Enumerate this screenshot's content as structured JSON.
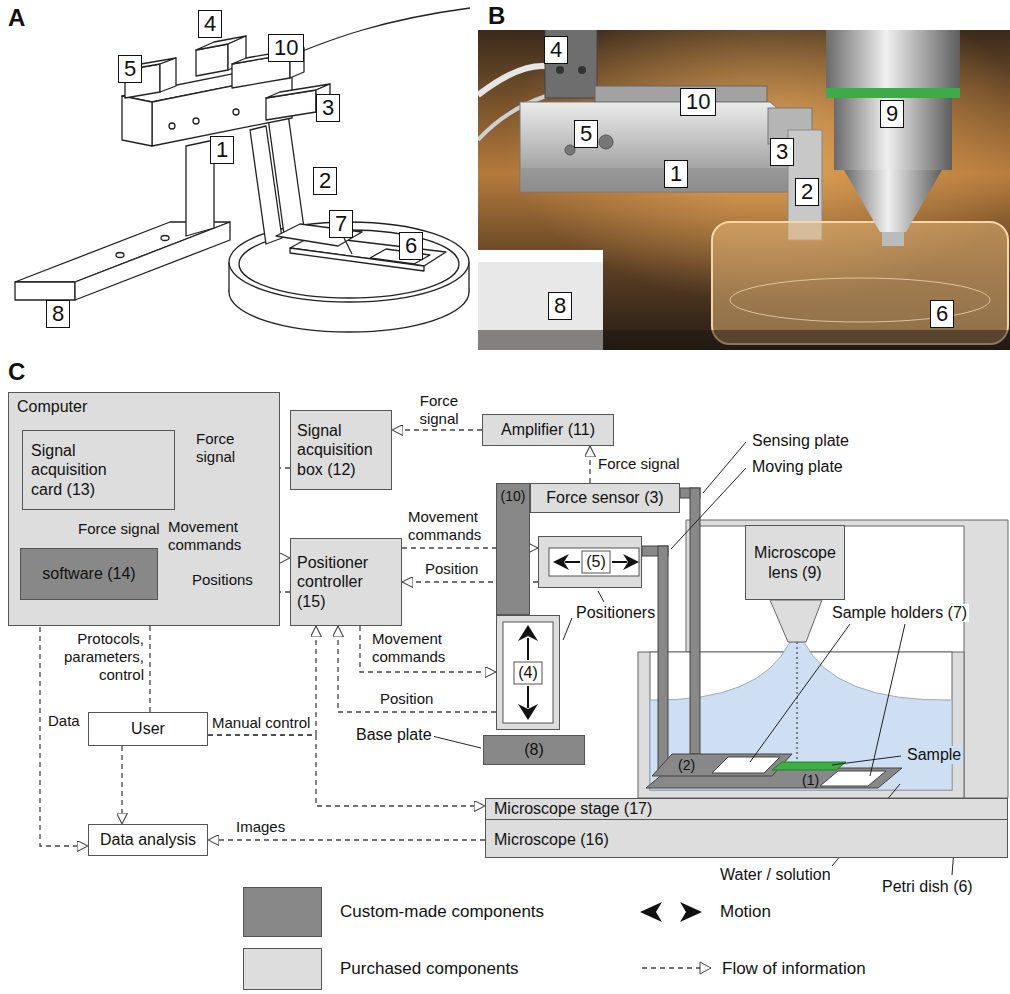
{
  "diagram": {
    "nodes": [
      {
        "text": [
          "Computer"
        ]
      },
      {
        "text": [
          "Signal acquisition card (13)"
        ],
        "in": 0
      },
      {
        "text": [
          "software (14)"
        ],
        "in": 0
      },
      {
        "text": [
          "Signal acquisition box (12)"
        ]
      },
      {
        "text": [
          "Amplifier (11)"
        ]
      },
      {
        "text": [
          "Positioner controller (15)"
        ]
      },
      {
        "text": [
          "(10)"
        ]
      },
      {
        "text": [
          "Force sensor (3)"
        ]
      },
      {
        "text": [
          "(5)"
        ]
      },
      {
        "text": [
          "(4)"
        ]
      },
      {
        "text": [
          "(8)"
        ]
      },
      {
        "text": [
          "Microscope lens (9)"
        ]
      },
      {
        "text": [
          "User"
        ]
      },
      {
        "text": [
          "Data analysis"
        ]
      },
      {
        "text": [
          "Microscope (16)"
        ]
      },
      {
        "text": [
          "Microscope stage (17)"
        ],
        "in": 14
      }
    ],
    "edges": [
      {
        "from": 4,
        "to": 3,
        "arrow": "to",
        "label": "Force signal"
      },
      {
        "from": 3,
        "to": 1,
        "arrow": "to",
        "label": "Force signal"
      },
      {
        "from": 7,
        "to": 4,
        "arrow": "to",
        "label": "Force signal"
      },
      {
        "from": 1,
        "to": 2,
        "arrow": "to",
        "label": "Force signal"
      },
      {
        "from": 2,
        "to": 5,
        "arrow": "to",
        "label": "Movement commands"
      },
      {
        "from": 5,
        "to": 2,
        "arrow": "to",
        "label": "Positions"
      },
      {
        "from": 5,
        "to": 8,
        "arrow": "to",
        "label": "Movement commands"
      },
      {
        "from": 8,
        "to": 5,
        "arrow": "to",
        "label": "Position"
      },
      {
        "from": 5,
        "to": 9,
        "arrow": "to",
        "label": "Movement commands"
      },
      {
        "from": 9,
        "to": 5,
        "arrow": "to",
        "label": "Position"
      },
      {
        "from": 12,
        "to": 2,
        "arrow": "to",
        "label": "Protocols, parameters, control"
      },
      {
        "from": 12,
        "to": 5,
        "arrow": "to",
        "label": "Manual control"
      },
      {
        "from": 12,
        "to": 14,
        "arrow": "to"
      },
      {
        "from": 12,
        "to": 13,
        "arrow": "to"
      },
      {
        "from": 2,
        "to": 13,
        "arrow": "to",
        "label": "Data"
      },
      {
        "from": 14,
        "to": 13,
        "arrow": "to",
        "label": "Images"
      }
    ],
    "labels": [
      "A",
      "4",
      "5",
      "10",
      "3",
      "1",
      "2",
      "7",
      "6",
      "8",
      "B",
      "4",
      "10",
      "5",
      "1",
      "3",
      "2",
      "9",
      "8",
      "6",
      "C",
      "Sensing plate",
      "Moving plate",
      "Positioners",
      "Sample holders (7)",
      "Sample",
      "(2)",
      "(1)",
      "Base plate",
      "Water / solution",
      "Petri dish (6)"
    ],
    "legend": [
      {
        "text": "Custom-made components",
        "color": "#888888"
      },
      {
        "text": "Motion"
      },
      {
        "text": "Purchased components",
        "color": "#dddddd"
      },
      {
        "text": "Flow of information"
      }
    ]
  }
}
